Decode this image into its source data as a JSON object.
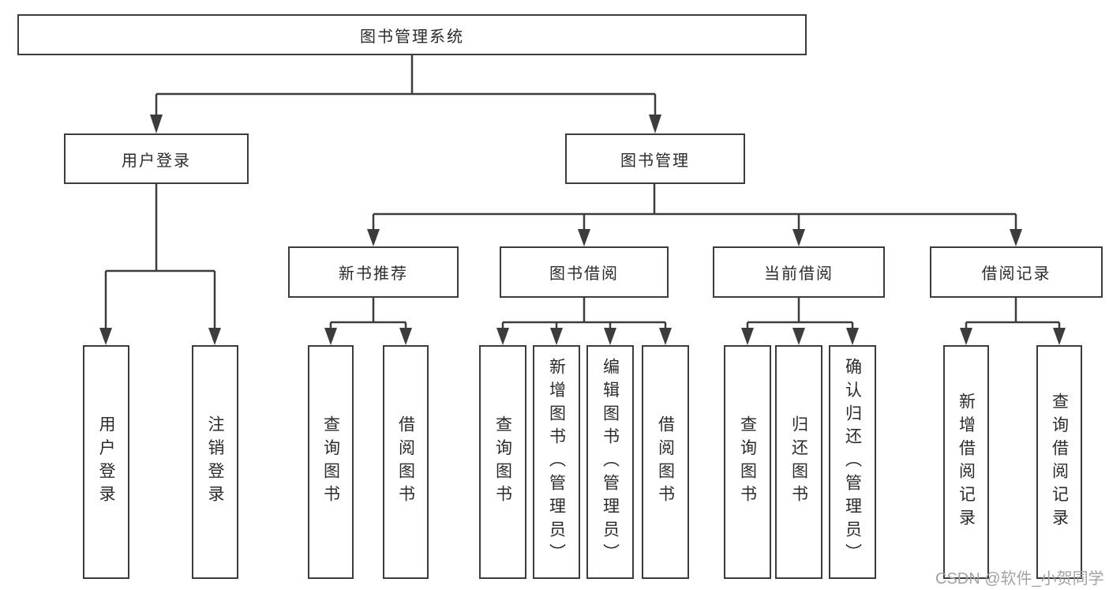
{
  "diagram": {
    "root": "图书管理系统",
    "level2": [
      "用户登录",
      "图书管理"
    ],
    "level3": [
      "新书推荐",
      "图书借阅",
      "当前借阅",
      "借阅记录"
    ],
    "leaves": {
      "user_login": [
        "用户登录",
        "注销登录"
      ],
      "new_book": [
        "查询图书",
        "借阅图书"
      ],
      "book_borrow": [
        "查询图书",
        "新增图书（管理员）",
        "编辑图书（管理员）",
        "借阅图书"
      ],
      "current_borrow": [
        "查询图书",
        "归还图书",
        "确认归还（管理员）"
      ],
      "records": [
        "新增借阅记录",
        "查询借阅记录"
      ]
    },
    "colors": {
      "line": "#3c3c3c",
      "text": "#2b2b2b",
      "background": "#ffffff",
      "watermark": "#a3a3a3"
    }
  },
  "watermark": "CSDN @软件_小贺同学"
}
